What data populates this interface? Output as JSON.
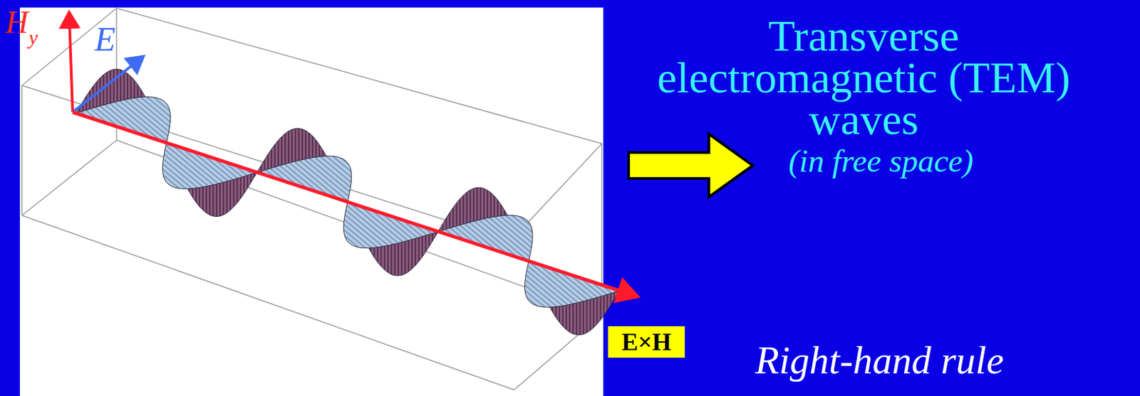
{
  "diagram": {
    "nodes": [
      {
        "text": [
          "E×H"
        ]
      }
    ],
    "labels": [
      "H",
      "y",
      "E",
      "Transverse electromagnetic (TEM) waves",
      "(in free space)",
      "Right-hand rule"
    ]
  }
}
